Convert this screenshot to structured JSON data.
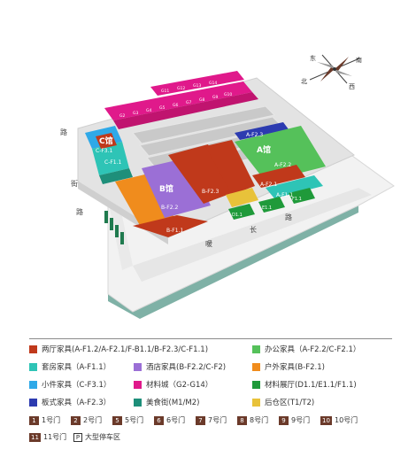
{
  "map": {
    "compass": [
      "东",
      "南",
      "北",
      "西"
    ],
    "roads": [
      "路",
      "街",
      "路",
      "暖",
      "长",
      "路"
    ],
    "blocks": {
      "c": "C馆",
      "b": "B馆",
      "a": "A馆"
    },
    "hall_labels": [
      "C-F3.1",
      "C-F1.1",
      "B-F2.2",
      "B-F1.1",
      "B-F2.3",
      "A-F2.3",
      "A-F2.2",
      "A-F2.1",
      "A-F1.1"
    ],
    "booth_labels": [
      "G2",
      "G3",
      "G4",
      "G5",
      "G6",
      "G7",
      "G8",
      "G9",
      "G10",
      "G11",
      "G12",
      "G13",
      "G14"
    ],
    "area_labels": [
      "D1.1",
      "E1.1",
      "F1.1"
    ]
  },
  "legend": [
    {
      "label": "两厅家具(A-F1.2/A-F2.1/F-B1.1/B-F2.3/C-F1.1)",
      "color": "#c0391b"
    },
    {
      "label": "办公家具（A-F2.2/C-F2.1）",
      "color": "#55c15a"
    },
    {
      "label": "套房家具（A-F1.1）",
      "color": "#2ec4b6"
    },
    {
      "label": "酒店家具(B-F2.2/C-F2)",
      "color": "#9b6fd6"
    },
    {
      "label": "户外家具(B-F2.1)",
      "color": "#f08c1d"
    },
    {
      "label": "小件家具（C-F3.1）",
      "color": "#2fa9e8"
    },
    {
      "label": "材料城（G2-G14）",
      "color": "#e0198b"
    },
    {
      "label": "材料展厅(D1.1/E1.1/F1.1)",
      "color": "#1f9a3a"
    },
    {
      "label": "板式家具（A-F2.3）",
      "color": "#2c3bb0"
    },
    {
      "label": "美食街(M1/M2)",
      "color": "#1e8f7a"
    },
    {
      "label": "后仓区(T1/T2)",
      "color": "#e8c23a"
    }
  ],
  "gates": [
    {
      "num": "1",
      "label": "1号门"
    },
    {
      "num": "2",
      "label": "2号门"
    },
    {
      "num": "5",
      "label": "5号门"
    },
    {
      "num": "6",
      "label": "6号门"
    },
    {
      "num": "7",
      "label": "7号门"
    },
    {
      "num": "8",
      "label": "8号门"
    },
    {
      "num": "9",
      "label": "9号门"
    },
    {
      "num": "10",
      "label": "10号门"
    },
    {
      "num": "11",
      "label": "11号门"
    },
    {
      "num": "P",
      "label": "大型停车区"
    }
  ]
}
